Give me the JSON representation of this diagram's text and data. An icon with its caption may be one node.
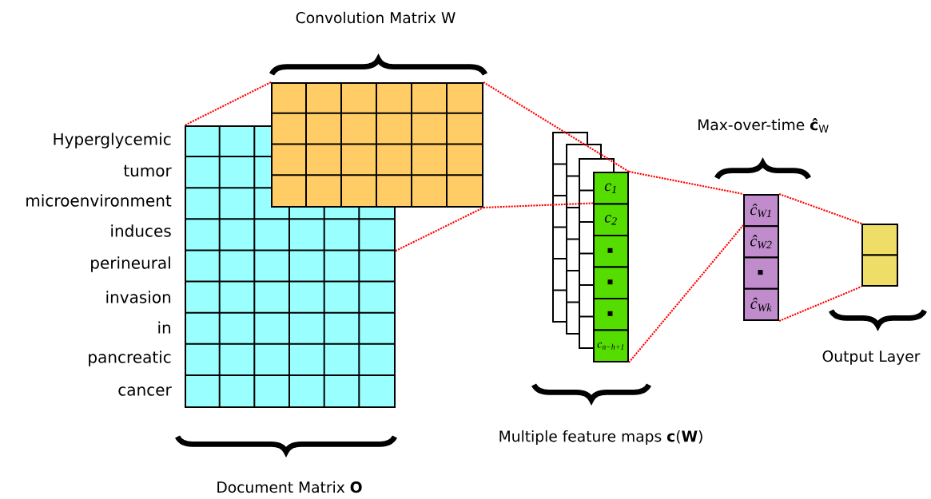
{
  "diagram": {
    "nodes": [
      {
        "text": [],
        "shape": "box"
      },
      {
        "text": [],
        "shape": "box"
      },
      {
        "text": [],
        "shape": "box"
      },
      {
        "text": [
          "c$_{1}$"
        ],
        "in": 2
      },
      {
        "text": [
          "c$_{2}$"
        ],
        "in": 2
      },
      {
        "text": [],
        "shape": "box",
        "in": 2
      },
      {
        "text": [],
        "shape": "box",
        "in": 2
      },
      {
        "text": [],
        "shape": "box",
        "in": 2
      },
      {
        "text": [
          "c$_{n−h+1}$"
        ],
        "in": 2
      },
      {
        "text": [],
        "shape": "box"
      },
      {
        "text": [
          "ĉ$_{W1}$"
        ],
        "in": 9
      },
      {
        "text": [
          "ĉ$_{W2}$"
        ],
        "in": 9
      },
      {
        "text": [],
        "shape": "box",
        "in": 9
      },
      {
        "text": [
          "ĉ$_{Wk}$"
        ],
        "in": 9
      },
      {
        "text": [],
        "shape": "box"
      },
      {
        "text": [],
        "shape": "box",
        "in": 14
      },
      {
        "text": [],
        "shape": "box",
        "in": 14
      }
    ],
    "edges": [
      {
        "from": 1,
        "to": 0,
        "arrow": "none"
      },
      {
        "from": 1,
        "to": 3,
        "arrow": "none"
      },
      {
        "from": 1,
        "to": 4,
        "arrow": "none"
      },
      {
        "from": 0,
        "to": 1,
        "arrow": "none"
      },
      {
        "from": 3,
        "to": 10,
        "arrow": "none"
      },
      {
        "from": 8,
        "to": 11,
        "arrow": "none"
      },
      {
        "from": 10,
        "to": 15,
        "arrow": "none"
      },
      {
        "from": 13,
        "to": 16,
        "arrow": "none"
      }
    ],
    "labels": [
      "Convolution Matrix W",
      "Max-over-time **ĉ**$_{W}$",
      "Hyperglycemic",
      "tumor",
      "microenvironment",
      "induces",
      "perineural",
      "invasion",
      "in",
      "pancreatic",
      "Output Layer",
      "cancer",
      "Multiple feature maps **c**(**W**)",
      "Document Matrix **O**"
    ]
  }
}
